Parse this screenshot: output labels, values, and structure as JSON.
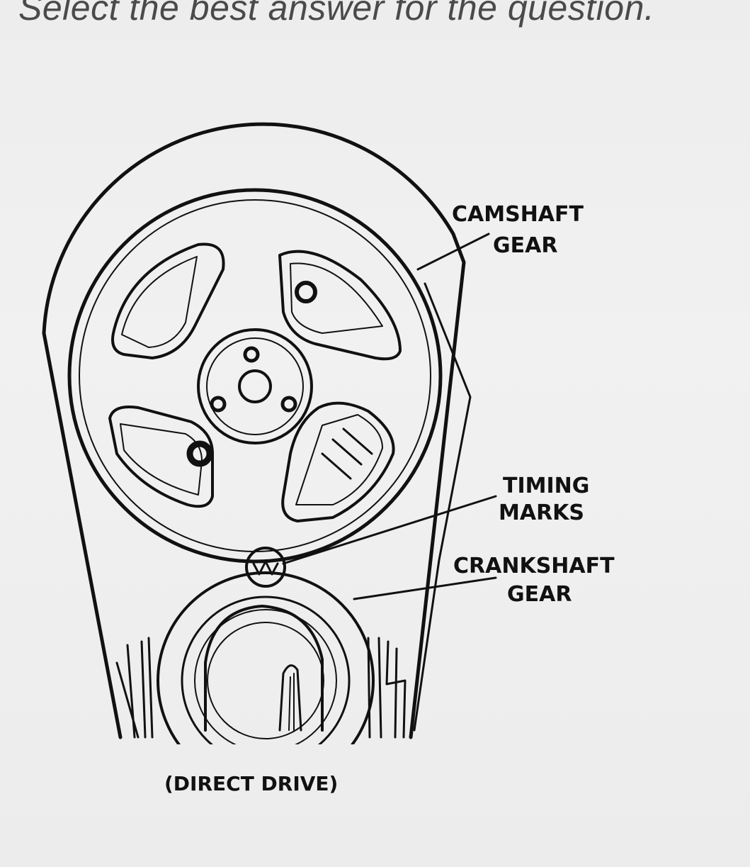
{
  "question": {
    "instruction": "Select the best answer for the question."
  },
  "diagram": {
    "labels": {
      "camshaft_gear_line1": "CAMSHAFT",
      "camshaft_gear_line2": "GEAR",
      "timing_marks_line1": "TIMING",
      "timing_marks_line2": "MARKS",
      "crankshaft_gear_line1": "CRANKSHAFT",
      "crankshaft_gear_line2": "GEAR",
      "caption": "(DIRECT DRIVE)"
    },
    "colors": {
      "ink": "#111111",
      "background": "#eeeeee",
      "instruction_text": "#4a4a4a"
    }
  }
}
